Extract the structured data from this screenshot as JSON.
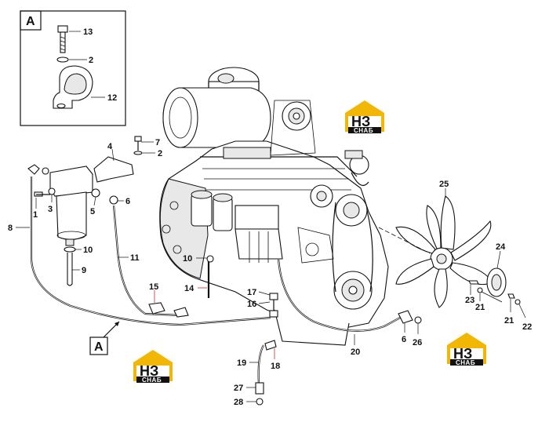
{
  "detail_box": {
    "label": "A"
  },
  "view_marker": {
    "label": "A"
  },
  "watermark": {
    "line1": "НЗ",
    "line2": "СНАБ",
    "color": "#f2b705"
  },
  "callouts": {
    "c1": "1",
    "c2a": "2",
    "c2b": "2",
    "c3": "3",
    "c4": "4",
    "c5": "5",
    "c6a": "6",
    "c6b": "6",
    "c7": "7",
    "c8": "8",
    "c9": "9",
    "c10a": "10",
    "c10b": "10",
    "c11": "11",
    "c12": "12",
    "c13": "13",
    "c14": "14",
    "c15": "15",
    "c16": "16",
    "c17": "17",
    "c18": "18",
    "c19": "19",
    "c20": "20",
    "c21a": "21",
    "c21b": "21",
    "c22": "22",
    "c23": "23",
    "c24": "24",
    "c25": "25",
    "c26": "26",
    "c27": "27",
    "c28": "28"
  },
  "colors": {
    "line": "#111111",
    "red_leader": "#c62828"
  }
}
